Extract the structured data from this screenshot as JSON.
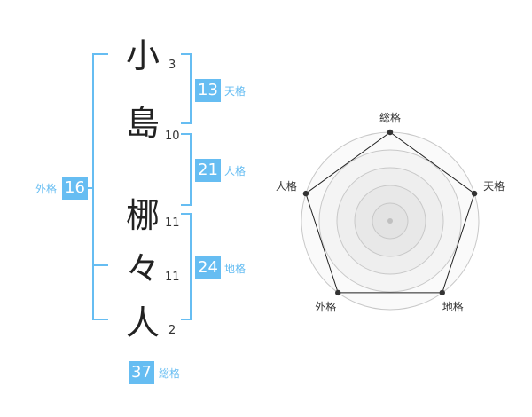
{
  "name": {
    "chars": [
      "小",
      "島",
      "梛",
      "々",
      "人"
    ],
    "strokes": [
      "3",
      "10",
      "11",
      "11",
      "2"
    ]
  },
  "fortunes": {
    "tenkaku": {
      "value": "13",
      "label": "天格"
    },
    "jinkaku": {
      "value": "21",
      "label": "人格"
    },
    "chikaku": {
      "value": "24",
      "label": "地格"
    },
    "gaikaku": {
      "value": "16",
      "label": "外格"
    },
    "soukaku": {
      "value": "37",
      "label": "総格"
    }
  },
  "colors": {
    "accent": "#66bdf2",
    "text": "#222222"
  },
  "chart_data": {
    "type": "radar",
    "axes": [
      "総格",
      "天格",
      "地格",
      "外格",
      "人格"
    ],
    "values": [
      5,
      5,
      5,
      5,
      5
    ],
    "range": [
      0,
      5
    ],
    "rings": 5
  }
}
